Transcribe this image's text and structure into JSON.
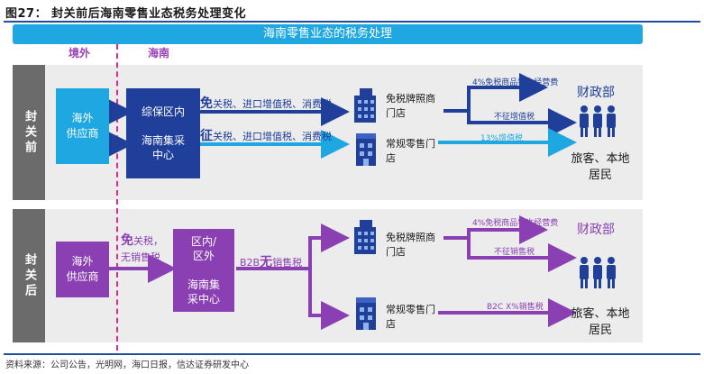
{
  "figure_title": "图27：  封关前后海南零售业态税务处理变化",
  "banner": "海南零售业态的税务处理",
  "regions": {
    "abroad": "境外",
    "hainan": "海南"
  },
  "before": {
    "side_label": "封关前",
    "supplier": "海外\n供应商",
    "hub": "综保区内\n\n海南集采\n中心",
    "upper_route": {
      "bold": "免",
      "rest": "关税、进口增值税、消费税"
    },
    "lower_route": {
      "bold": "征",
      "rest": "关税、进口增值税、消费税"
    },
    "dutyfree_store": "免税牌照商\n门店",
    "retail_store": "常规零售门\n店",
    "tax_top": "4%免税商品特许经营费",
    "tax_mid": "不征增值税",
    "tax_low": "13%增值税",
    "finance": "财政部",
    "customers": "旅客、本地\n居民"
  },
  "after": {
    "side_label": "封关后",
    "supplier": "海外\n供应商",
    "import_tax": {
      "bold": "免",
      "rest1": "关税，",
      "line2": "无销售税"
    },
    "hub": "区内/\n区外\n\n海南集\n采中心",
    "b2b": {
      "prefix": "B2B",
      "bold": "无",
      "rest": "销售税"
    },
    "dutyfree_store": "免税牌照商\n门店",
    "retail_store": "常规零售门\n店",
    "tax_top": "4%免税商品特许经营费",
    "tax_mid": "不征销售税",
    "tax_low": "B2C X%销售税",
    "finance": "财政部",
    "customers": "旅客、本地\n居民"
  },
  "source": "资料来源：公司公告，光明网，海口日报，信达证券研发中心",
  "icons": {
    "building": "office-building-icon",
    "shop": "shop-building-icon",
    "people": "people-group-icon"
  },
  "colors": {
    "cyan": "#1ea7e1",
    "navy": "#1f3f9a",
    "purple": "#8a3fb3",
    "accent": "#e6268f"
  }
}
